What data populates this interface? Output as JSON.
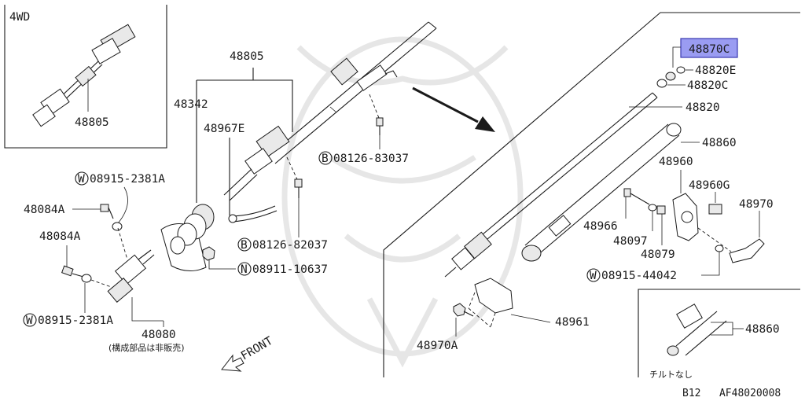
{
  "diagram": {
    "footer_code": "B12   AF48020008",
    "front_label": "FRONT",
    "inset_4wd": {
      "title": "4WD",
      "part": "48805"
    },
    "inset_tilt": {
      "caption": "チルトなし",
      "part": "48860"
    },
    "note_not_sold": "(構成部品は非販売)",
    "highlight_color": "#9a9cf2",
    "labels": {
      "p48805": "48805",
      "p48342": "48342",
      "p48967E": "48967E",
      "b08126_83037": "08126-83037",
      "b08126_82037": "08126-82037",
      "n08911_10637": "08911-10637",
      "w08915_2381A_top": "08915-2381A",
      "p48084A_1": "48084A",
      "p48084A_2": "48084A",
      "w08915_2381A_bottom": "08915-2381A",
      "p48080": "48080",
      "p48870C": "48870C",
      "p48820E": "48820E",
      "p48820C": "48820C",
      "p48820": "48820",
      "p48860": "48860",
      "p48960": "48960",
      "p48960G": "48960G",
      "p48970": "48970",
      "p48966": "48966",
      "p48097": "48097",
      "p48079": "48079",
      "w08915_44042": "08915-44042",
      "p48961": "48961",
      "p48970A": "48970A"
    },
    "prefixes": {
      "bolt": "B",
      "nut": "N",
      "washer": "W"
    }
  }
}
